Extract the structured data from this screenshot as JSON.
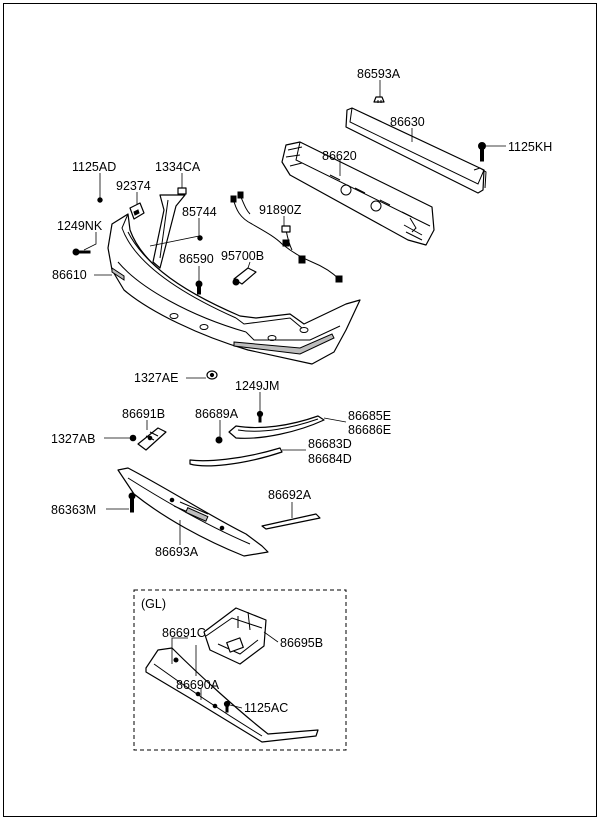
{
  "labels": {
    "p86593A": "86593A",
    "p86630": "86630",
    "p1125KH": "1125KH",
    "p86620": "86620",
    "p1125AD": "1125AD",
    "p1334CA": "1334CA",
    "p92374": "92374",
    "p85744": "85744",
    "p91890Z": "91890Z",
    "p1249NK": "1249NK",
    "p86590": "86590",
    "p95700B": "95700B",
    "p86610": "86610",
    "p1327AE": "1327AE",
    "p1249JM": "1249JM",
    "p86691B": "86691B",
    "p86689A": "86689A",
    "p86685E": "86685E",
    "p86686E": "86686E",
    "p1327AB": "1327AB",
    "p86683D": "86683D",
    "p86684D": "86684D",
    "p86692A": "86692A",
    "p86363M": "86363M",
    "p86693A": "86693A",
    "gl": "(GL)",
    "p86691C": "86691C",
    "p86695B": "86695B",
    "p86690A": "86690A",
    "p1125AC": "1125AC"
  }
}
